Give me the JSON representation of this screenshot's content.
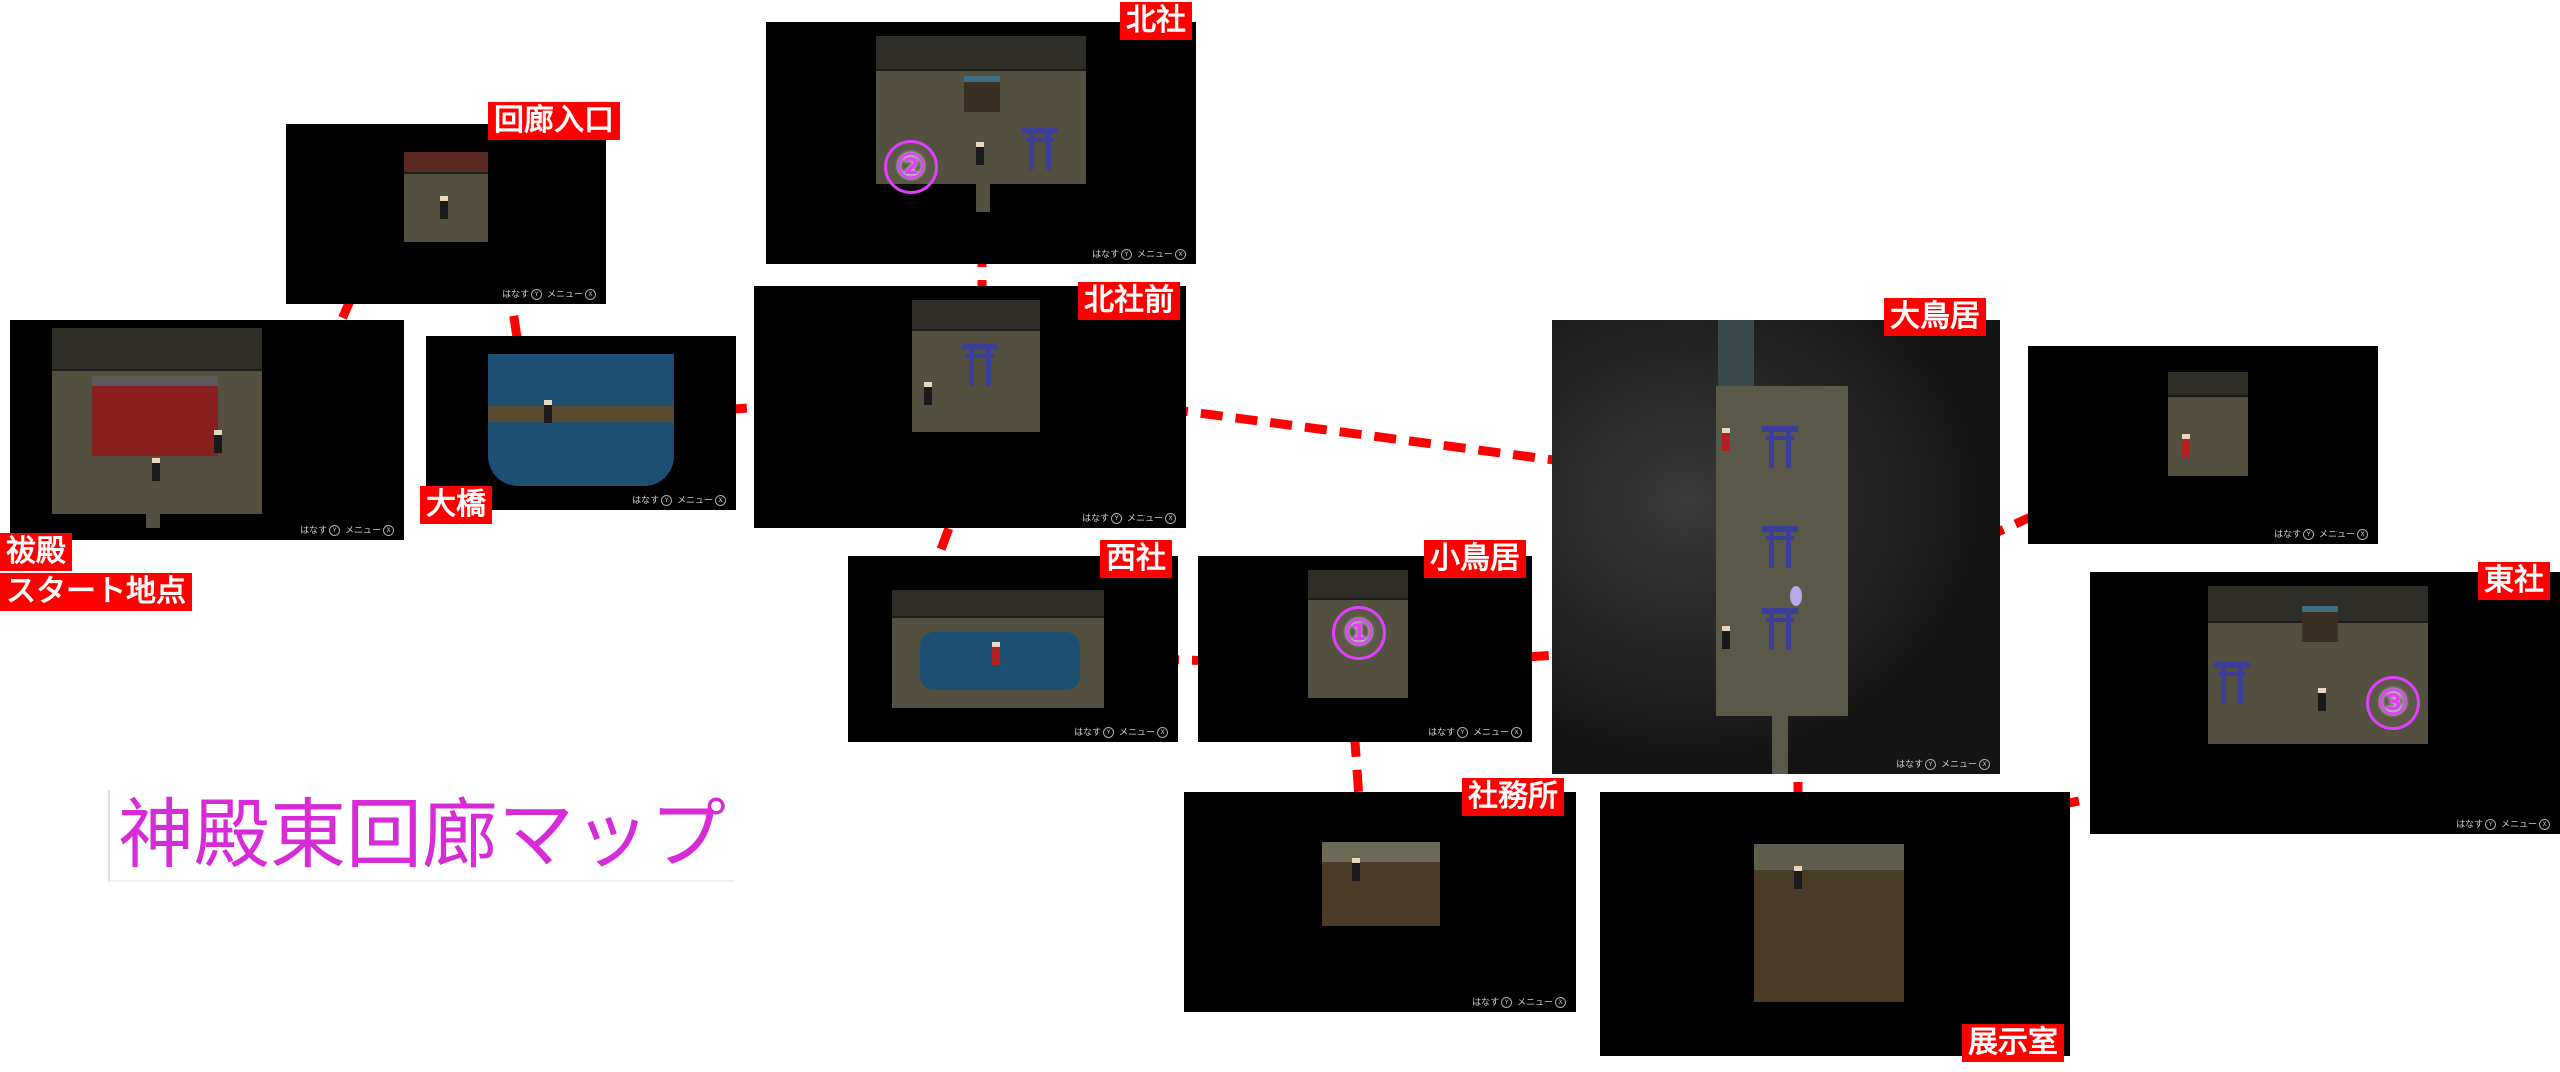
{
  "title": "神殿東回廊マップ",
  "hud": {
    "talk": "はなす",
    "menu": "メニュー"
  },
  "areas": {
    "haraiden": {
      "label_line1": "祓殿",
      "label_line2": "スタート地点"
    },
    "kairou_iriguchi": {
      "label": "回廊入口"
    },
    "oohashi": {
      "label": "大橋"
    },
    "kitayashiro": {
      "label": "北社"
    },
    "kitayashiro_mae": {
      "label": "北社前"
    },
    "nishiyashiro": {
      "label": "西社"
    },
    "kotorii": {
      "label": "小鳥居"
    },
    "ootorii": {
      "label": "大鳥居"
    },
    "shamusho": {
      "label": "社務所"
    },
    "tenjishitsu": {
      "label": "展示室"
    },
    "higashiyashiro": {
      "label": "東社"
    }
  },
  "markers": {
    "one": "①",
    "two": "②",
    "three": "③"
  },
  "colors": {
    "label_bg": "#ff0000",
    "title_color": "#d62bd6",
    "path_color": "#ff0000",
    "marker_color": "#e040fb"
  }
}
